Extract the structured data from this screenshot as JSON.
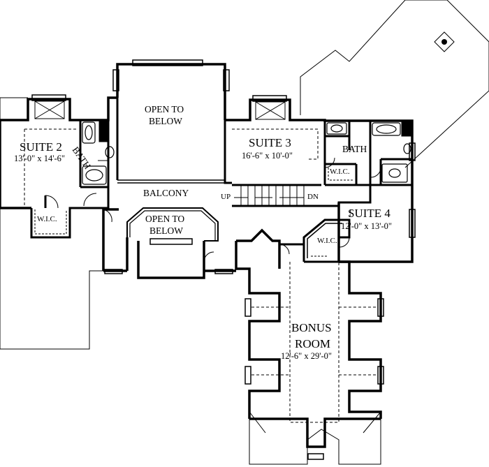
{
  "plan": {
    "rooms": {
      "suite2": {
        "name": "SUITE 2",
        "dims": "13'-0\" x 14'-6\""
      },
      "suite3": {
        "name": "SUITE 3",
        "dims": "16'-6\" x 10'-0\""
      },
      "suite4": {
        "name": "SUITE 4",
        "dims": "12'-0\" x 13'-0\""
      },
      "bonus": {
        "name1": "BONUS",
        "name2": "ROOM",
        "dims": "12'-6\" x 29'-0\""
      },
      "open_upper": {
        "line1": "OPEN TO",
        "line2": "BELOW"
      },
      "open_lower": {
        "line1": "OPEN TO",
        "line2": "BELOW"
      },
      "balcony": "BALCONY",
      "bath_suite2": "BATH",
      "bath_suite3": "BATH",
      "wic_suite2": "W.I.C.",
      "wic_suite3": "W.I.C.",
      "wic_suite4": "W.I.C."
    },
    "stairs": {
      "up": "UP",
      "down": "DN"
    }
  }
}
